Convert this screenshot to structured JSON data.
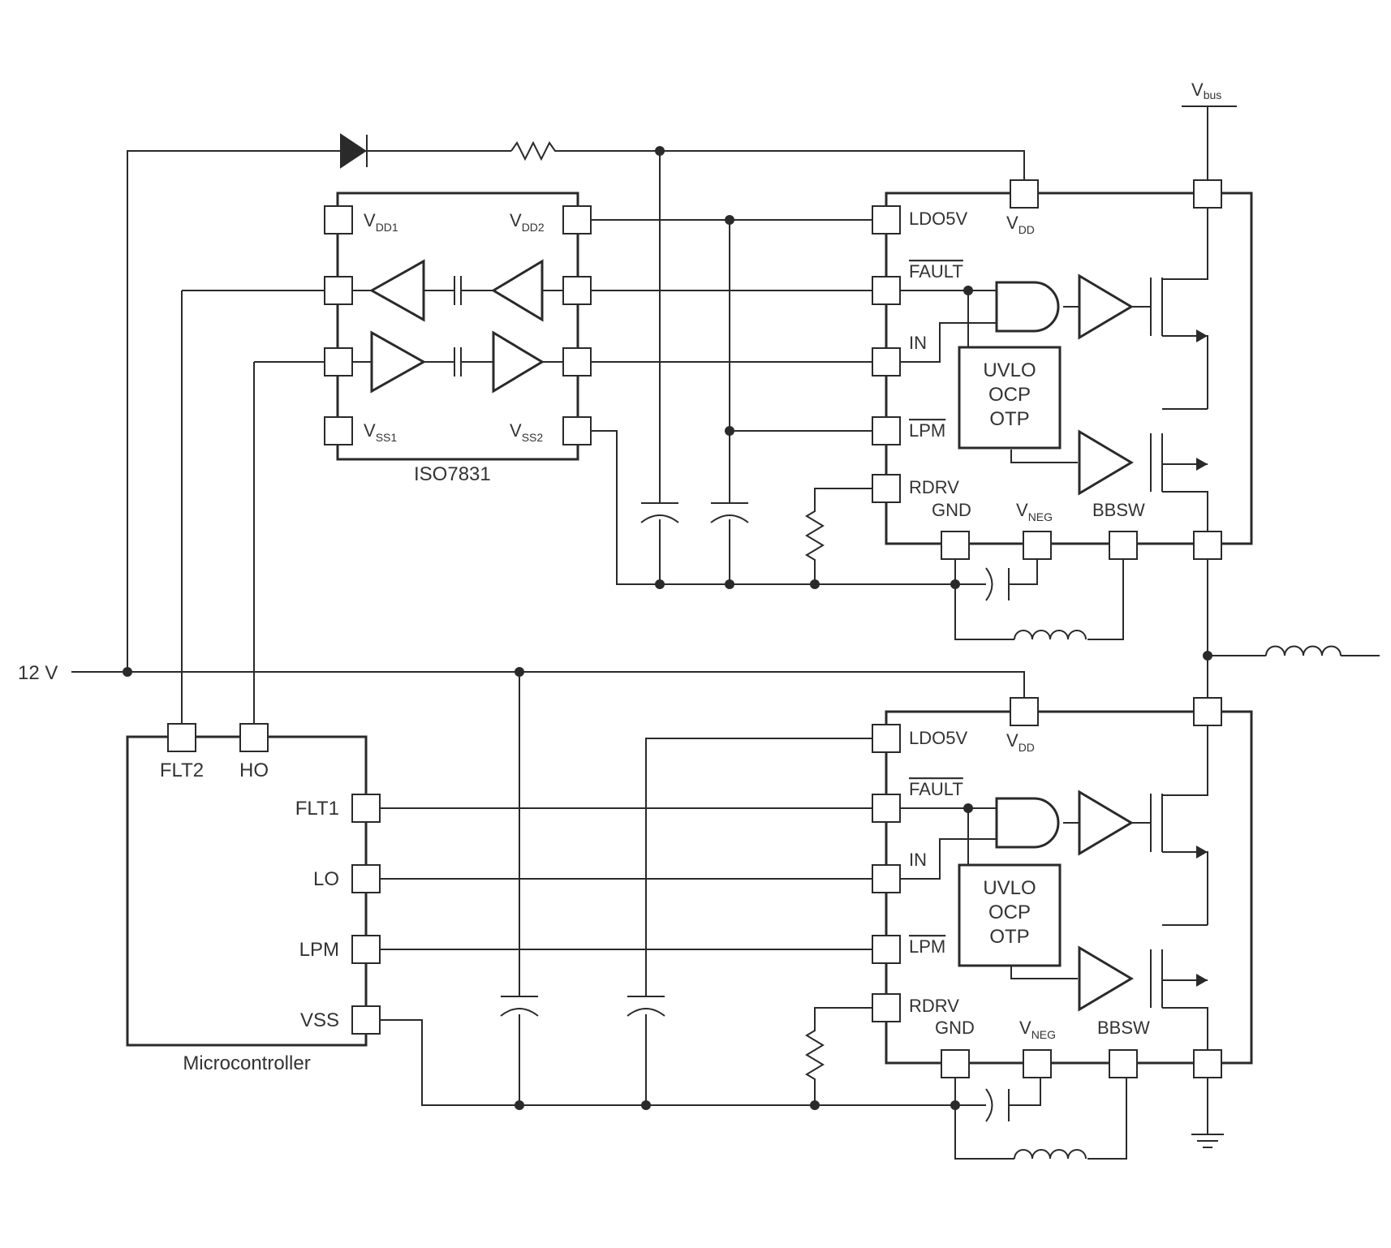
{
  "supply": {
    "v12": "12 V",
    "vbus_main": "V",
    "vbus_sub": "bus"
  },
  "isolator": {
    "name": "ISO7831",
    "vdd1_main": "V",
    "vdd1_sub": "DD1",
    "vdd2_main": "V",
    "vdd2_sub": "DD2",
    "vss1_main": "V",
    "vss1_sub": "SS1",
    "vss2_main": "V",
    "vss2_sub": "SS2"
  },
  "driver_top": {
    "ldo": "LDO5V",
    "vdd_main": "V",
    "vdd_sub": "DD",
    "fault": "FAULT",
    "in": "IN",
    "lpm": "LPM",
    "rdrv": "RDRV",
    "gnd": "GND",
    "vneg_main": "V",
    "vneg_sub": "NEG",
    "bbsw": "BBSW",
    "protect": [
      "UVLO",
      "OCP",
      "OTP"
    ]
  },
  "driver_bottom": {
    "ldo": "LDO5V",
    "vdd_main": "V",
    "vdd_sub": "DD",
    "fault": "FAULT",
    "in": "IN",
    "lpm": "LPM",
    "rdrv": "RDRV",
    "gnd": "GND",
    "vneg_main": "V",
    "vneg_sub": "NEG",
    "bbsw": "BBSW",
    "protect": [
      "UVLO",
      "OCP",
      "OTP"
    ]
  },
  "mcu": {
    "name": "Microcontroller",
    "pins": {
      "flt2": "FLT2",
      "ho": "HO",
      "flt1": "FLT1",
      "lo": "LO",
      "lpm": "LPM",
      "vss": "VSS"
    }
  }
}
